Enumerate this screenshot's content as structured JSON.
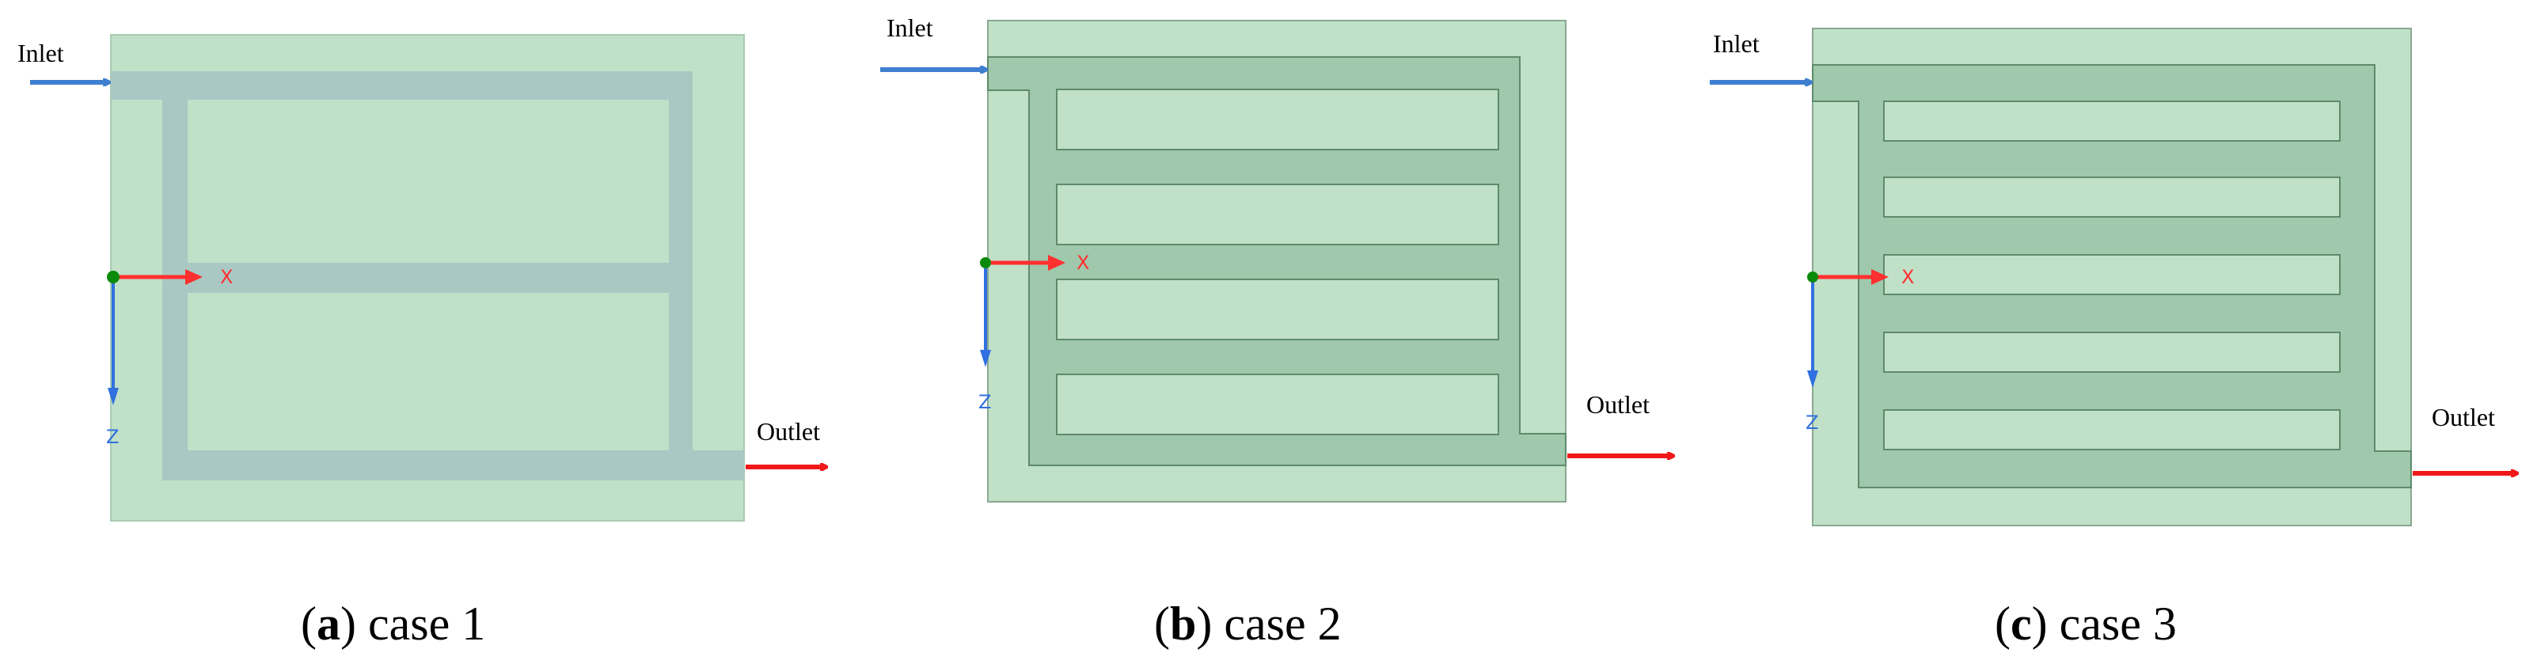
{
  "colors": {
    "plate": "#c0e0c8",
    "plate_border": "#88a890",
    "channel_case1": "#a9c8c3",
    "channel_case23": "#9fc8ac",
    "channel_line": "#5e8a6a",
    "inlet_arrow": "#3f7fd0",
    "outlet_arrow": "#f01818",
    "x_axis": "#ff3030",
    "z_axis": "#3070e0",
    "origin": "#0a8a0a"
  },
  "panels": [
    {
      "inlet": "Inlet",
      "outlet": "Outlet",
      "axis_x": "X",
      "axis_z": "Z",
      "caption_letter": "a",
      "caption_text": " case 1"
    },
    {
      "inlet": "Inlet",
      "outlet": "Outlet",
      "axis_x": "X",
      "axis_z": "Z",
      "caption_letter": "b",
      "caption_text": " case 2"
    },
    {
      "inlet": "Inlet",
      "outlet": "Outlet",
      "axis_x": "X",
      "axis_z": "Z",
      "caption_letter": "c",
      "caption_text": " case 3"
    }
  ]
}
